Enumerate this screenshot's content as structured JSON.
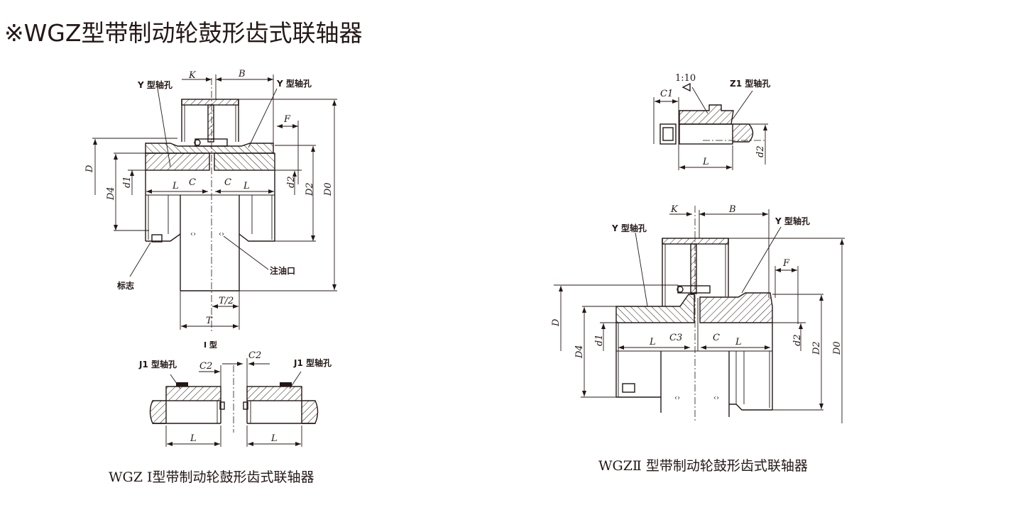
{
  "title": "※WGZ型带制动轮鼓形齿式联轴器",
  "figures": {
    "type1": {
      "caption": "WGZ I型带制动轮鼓形齿式联轴器",
      "view_label": "I 型",
      "labels": {
        "bore_left": "Y 型轴孔",
        "bore_right": "Y 型轴孔",
        "mark": "标志",
        "oil_port": "注油口"
      },
      "dims": {
        "K": "K",
        "B": "B",
        "F": "F",
        "D": "D",
        "D4": "D4",
        "d1": "d1",
        "d2": "d2",
        "D2": "D2",
        "D0": "D0",
        "L": "L",
        "C": "C",
        "T": "T",
        "T2": "T/2"
      }
    },
    "type1_detail": {
      "labels": {
        "bore_left": "J1 型轴孔",
        "bore_right": "J1 型轴孔"
      },
      "dims": {
        "C2": "C2",
        "L": "L"
      }
    },
    "z1_detail": {
      "labels": {
        "taper": "1:10",
        "bore": "Z1 型轴孔"
      },
      "dims": {
        "C1": "C1",
        "L": "L",
        "d2": "d2"
      }
    },
    "type2": {
      "caption": "WGZⅡ 型带制动轮鼓形齿式联轴器",
      "labels": {
        "bore_left": "Y 型轴孔",
        "bore_right": "Y 型轴孔"
      },
      "dims": {
        "K": "K",
        "B": "B",
        "F": "F",
        "D": "D",
        "D4": "D4",
        "d1": "d1",
        "d2": "d2",
        "D2": "D2",
        "D0": "D0",
        "L": "L",
        "C": "C",
        "C3": "C3"
      }
    }
  }
}
